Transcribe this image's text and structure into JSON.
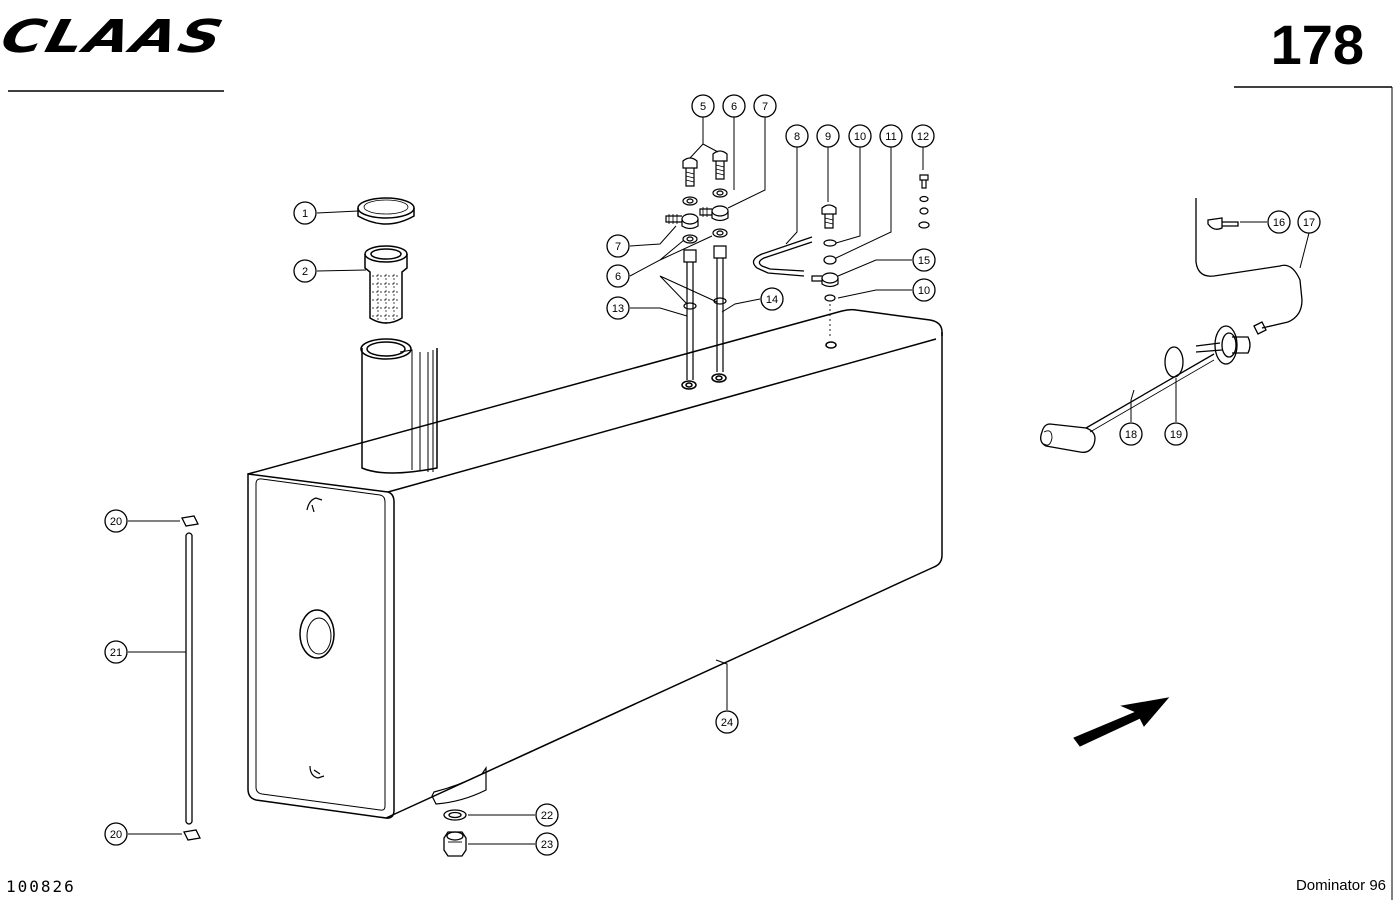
{
  "header": {
    "brand": "CLAAS",
    "page_number": "178"
  },
  "footer": {
    "document_number": "100826",
    "model": "Dominator 96"
  },
  "callouts": {
    "c1": "1",
    "c2": "2",
    "c5": "5",
    "c6a": "6",
    "c7a": "7",
    "c7b": "7",
    "c6b": "6",
    "c8": "8",
    "c9": "9",
    "c10a": "10",
    "c11": "11",
    "c12": "12",
    "c13": "13",
    "c14": "14",
    "c15": "15",
    "c10b": "10",
    "c16": "16",
    "c17": "17",
    "c18": "18",
    "c19": "19",
    "c20a": "20",
    "c21": "21",
    "c20b": "20",
    "c22": "22",
    "c23": "23",
    "c24": "24"
  }
}
